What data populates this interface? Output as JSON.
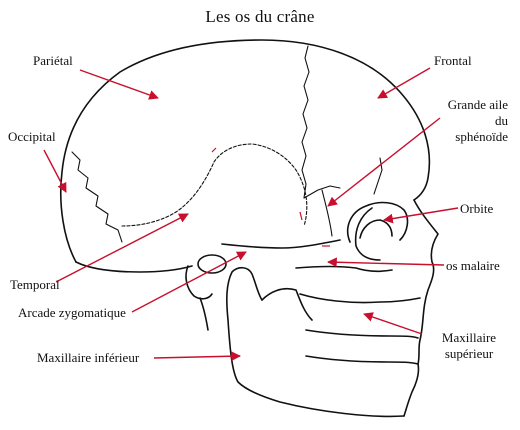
{
  "title": "Les os du crâne",
  "labels": {
    "parietal": "Pariétal",
    "frontal": "Frontal",
    "occipital": "Occipital",
    "sphenoide_line1": "Grande aile",
    "sphenoide_line2": "du",
    "sphenoide_line3": "sphénoïde",
    "orbite": "Orbite",
    "temporal": "Temporal",
    "os_malaire": "os malaire",
    "arcade_zygomatique": "Arcade zygomatique",
    "maxillaire_superieur_line1": "Maxillaire",
    "maxillaire_superieur_line2": "supérieur",
    "maxillaire_inferieur": "Maxillaire inférieur"
  },
  "colors": {
    "outline": "#111111",
    "arrow": "#c8102e",
    "suture_accent": "#c8102e",
    "background": "#ffffff"
  }
}
